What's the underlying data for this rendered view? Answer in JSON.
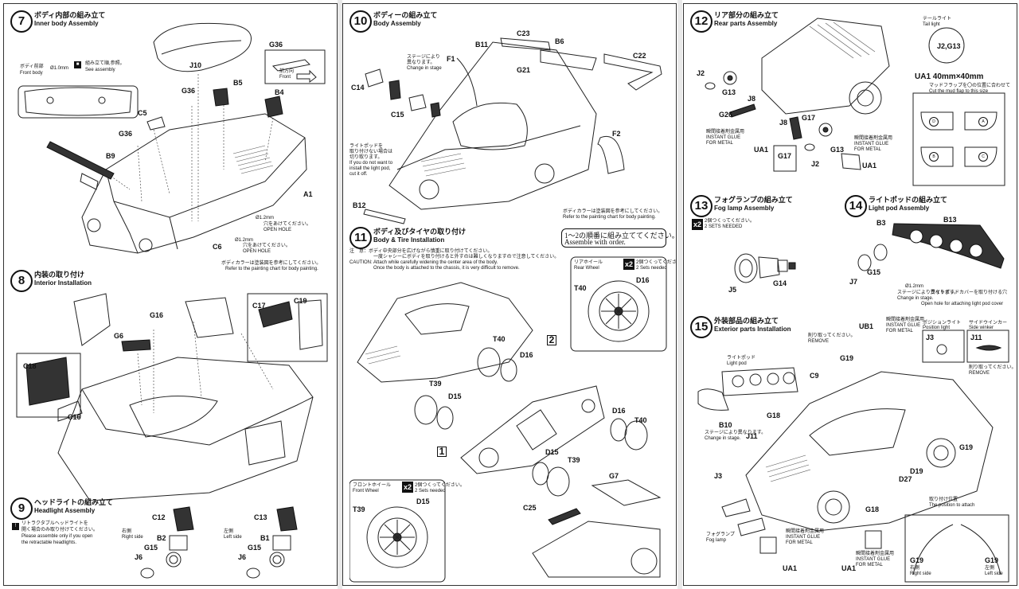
{
  "steps": {
    "s7": {
      "num": "7",
      "title_ja": "ボディ内部の組み立て",
      "title_en": "Inner body Assembly"
    },
    "s8": {
      "num": "8",
      "title_ja": "内装の取り付け",
      "title_en": "Interior Installation"
    },
    "s9": {
      "num": "9",
      "title_ja": "ヘッドライトの組み立て",
      "title_en": "Headlight Assembly"
    },
    "s10": {
      "num": "10",
      "title_ja": "ボディーの組み立て",
      "title_en": "Body Assembly"
    },
    "s11": {
      "num": "11",
      "title_ja": "ボディ及びタイヤの取り付け",
      "title_en": "Body & Tire Installation"
    },
    "s12": {
      "num": "12",
      "title_ja": "リア部分の組み立て",
      "title_en": "Rear parts Assembly"
    },
    "s13": {
      "num": "13",
      "title_ja": "フォグランプの組み立て",
      "title_en": "Fog lamp Assembly"
    },
    "s14": {
      "num": "14",
      "title_ja": "ライトポッドの組み立て",
      "title_en": "Light pod Assembly"
    },
    "s15": {
      "num": "15",
      "title_ja": "外装部品の組み立て",
      "title_en": "Exterior parts Installation"
    }
  },
  "p1": {
    "front_body_ja": "ボディ前部",
    "front_body_en": "Front body",
    "hole_size": "Ø1.0mm",
    "see_assembly_ja": "組み立て順,参照。",
    "see_assembly_en": "See assembly",
    "front_ja": "前方向",
    "front_en": "Front",
    "hole12": "Ø1.2mm",
    "open_hole_ja": "穴をあけてください。",
    "open_hole_en": "OPEN HOLE",
    "paint_note_ja": "ボディカラーは塗装図を参考にしてください。",
    "paint_note_en": "Refer to the painting chart for body painting.",
    "retract_ja1": "リトラクタブルヘッドライトを",
    "retract_ja2": "開く場合のみ取り付けてください。",
    "retract_en1": "Please assemble only if you open",
    "retract_en2": "the retractable headlights.",
    "right_ja": "右側",
    "right_en": "Right side",
    "left_ja": "左側",
    "left_en": "Left side",
    "labels": {
      "j10": "J10",
      "g36a": "G36",
      "g36b": "G36",
      "g36c": "G36",
      "b5": "B5",
      "b4": "B4",
      "c5": "C5",
      "b9": "B9",
      "a1": "A1",
      "c6": "C6",
      "g16": "G16",
      "g6": "G6",
      "c17": "C17",
      "c19": "C19",
      "c18": "C18",
      "c16": "C16",
      "c12": "C12",
      "b2": "B2",
      "g15a": "G15",
      "j6a": "J6",
      "c13": "C13",
      "b1": "B1",
      "g15b": "G15",
      "j6b": "J6"
    }
  },
  "p2": {
    "labels": {
      "c23": "C23",
      "b6": "B6",
      "b11": "B11",
      "f1": "F1",
      "g21": "G21",
      "c22": "C22",
      "c14": "C14",
      "c15": "C15",
      "f2": "F2",
      "b12": "B12",
      "t40a": "T40",
      "d16a": "D16",
      "t39a": "T39",
      "d15a": "D15",
      "d16b": "D16",
      "t40b": "T40",
      "d15b": "D15",
      "t39b": "T39",
      "g7": "G7",
      "c25": "C25",
      "t40c": "T40",
      "d16c": "D16",
      "t39c": "T39",
      "d15c": "D15"
    },
    "stage_ja": "ステージにより",
    "stage_ja2": "異なります。",
    "stage_en": "Change in stage",
    "lightpod_ja1": "ライトポッドを",
    "lightpod_ja2": "取り付けない場合は",
    "lightpod_ja3": "切り取ります。",
    "lightpod_en1": "If you do not want to",
    "lightpod_en2": "install the light pod,",
    "lightpod_en3": "cut it off.",
    "paint_note_ja": "ボディカラーは塗装図を参考にしてください。",
    "paint_note_en": "Refer to the painting chart for body painting.",
    "order_ja": "1～2の順番に組み立ててください。",
    "order_en": "Assemble with order.",
    "caution_ja1": "注　意：ボディ中央部分を広げながら慎重に取り付けてください。",
    "caution_ja2": "一度シャシーにボディを取り付けると外すのは難しくなりますので注意してください。",
    "caution_en1": "CAUTION: Attach while carefully widening the center area of the body.",
    "caution_en2": "Once the body is attached to the chassis, it is very difficult to remove.",
    "rear_wheel_ja": "リアホイール",
    "rear_wheel_en": "Rear Wheel",
    "front_wheel_ja": "フロントホイール",
    "front_wheel_en": "Front Wheel",
    "x2": "x2",
    "sets_ja": "2個つくってください。",
    "sets_en": "2 Sets needed",
    "one": "1",
    "two": "2"
  },
  "p3": {
    "labels": {
      "j2a": "J2",
      "g13a": "G13",
      "j8a": "J8",
      "g26": "G26",
      "j8b": "J8",
      "g17": "G17",
      "g13b": "G13",
      "j2b": "J2",
      "ua1a": "UA1",
      "ua1b": "UA1",
      "g17b": "G17",
      "j5": "J5",
      "g14": "G14",
      "b3": "B3",
      "b13": "B13",
      "j7": "J7",
      "g15": "G15",
      "ub1": "UB1",
      "g19a": "G19",
      "c9": "C9",
      "b10": "B10",
      "g18a": "G18",
      "j11a": "J11",
      "j3a": "J3",
      "j3b": "J3",
      "d19": "D19",
      "d27": "D27",
      "g18b": "G18",
      "j11b": "J11",
      "g19b": "G19",
      "ua1c": "UA1",
      "ua1d": "UA1",
      "g19c": "G19",
      "g19d": "G19"
    },
    "tail_ja": "テールライト",
    "tail_en": "Tail light",
    "tail_parts": "J2,G13",
    "ua1_size": "UA1 40mm×40mm",
    "mudflap_ja": "マッドフラップを〇の位置に合わせて",
    "mudflap_en": "Cut the mud flap to this size",
    "mud_letters": [
      "D",
      "A",
      "B",
      "C"
    ],
    "glue_ja": "瞬間接着剤金属用",
    "glue_en1": "INSTANT GLUE",
    "glue_en2": "FOR METAL",
    "sets_ja": "2個つくってください。",
    "sets_en": "2 SETS NEEDED",
    "x2": "x2",
    "stage_ja": "ステージにより異なります。",
    "stage_en": "Change in stage.",
    "cover_ja": "ライトポッドカバーを取り付ける穴",
    "cover_en": "Open hole for attaching light pod cover",
    "hole12": "Ø1.2mm",
    "light_pod_ja": "ライトポッド",
    "light_pod_en": "Light pod",
    "remove_ja": "削り取ってください。",
    "remove_en": "REMOVE",
    "position_ja": "ポジションライト",
    "position_en": "Position light",
    "winker_ja": "サイドウインカー",
    "winker_en": "Side winker",
    "fog_ja": "フォグランプ",
    "fog_en": "Fog lamp",
    "attach_ja": "取り付け位置",
    "attach_en": "The position to attach",
    "right_ja": "右側",
    "right_en": "Right side",
    "left_ja": "左側",
    "left_en": "Left side"
  }
}
